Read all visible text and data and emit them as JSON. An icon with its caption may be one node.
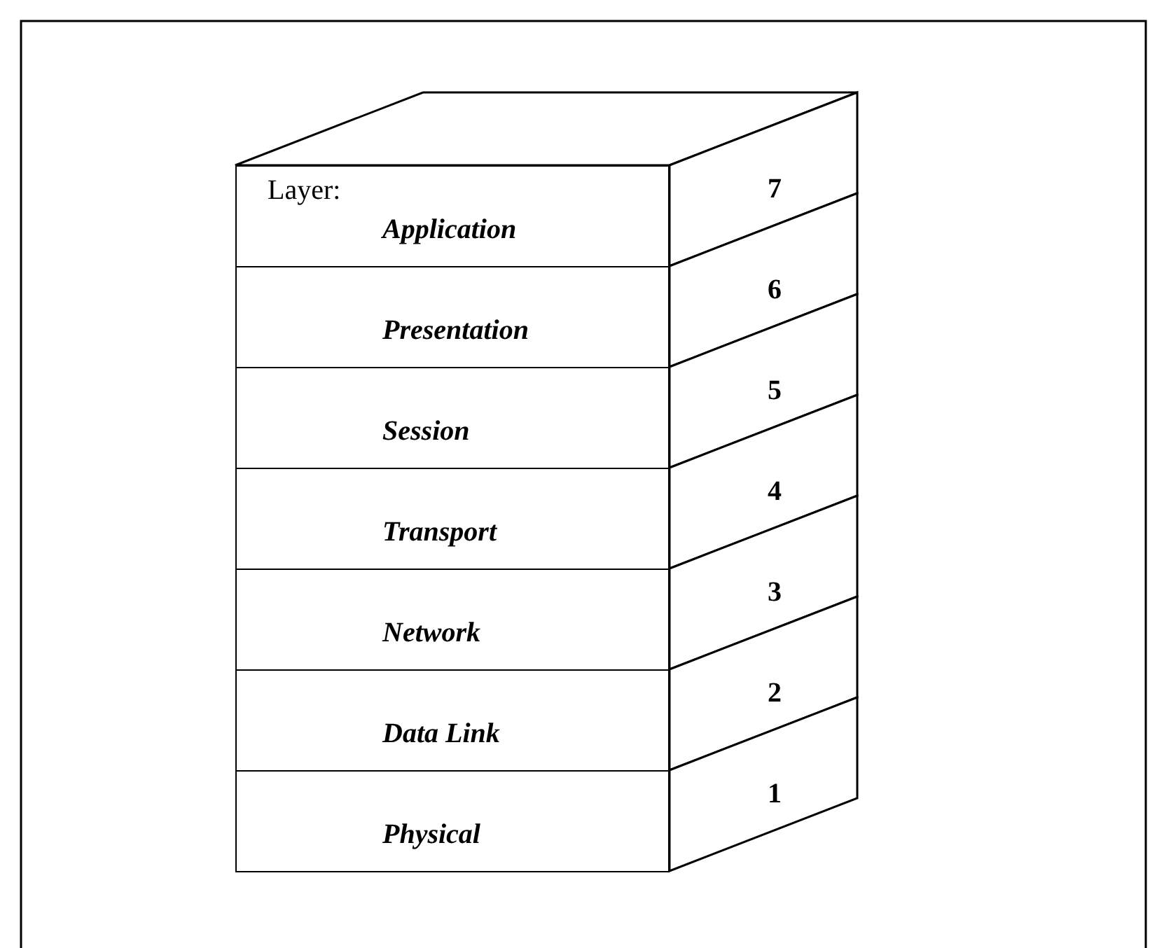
{
  "diagram": {
    "nodes": [
      {
        "text": [],
        "shape": "parallelogram"
      },
      {
        "text": [
          "Layer:",
          "Application"
        ]
      },
      {
        "text": [
          "7"
        ]
      },
      {
        "text": [
          "Presentation"
        ]
      },
      {
        "text": [
          "6"
        ]
      },
      {
        "text": [
          "Session"
        ]
      },
      {
        "text": [
          "5"
        ]
      },
      {
        "text": [
          "Transport"
        ]
      },
      {
        "text": [
          "4"
        ]
      },
      {
        "text": [
          "Network"
        ]
      },
      {
        "text": [
          "3"
        ]
      },
      {
        "text": [
          "Data Link"
        ]
      },
      {
        "text": [
          "2"
        ]
      },
      {
        "text": [
          "Physical"
        ]
      },
      {
        "text": [
          "1"
        ]
      }
    ]
  }
}
